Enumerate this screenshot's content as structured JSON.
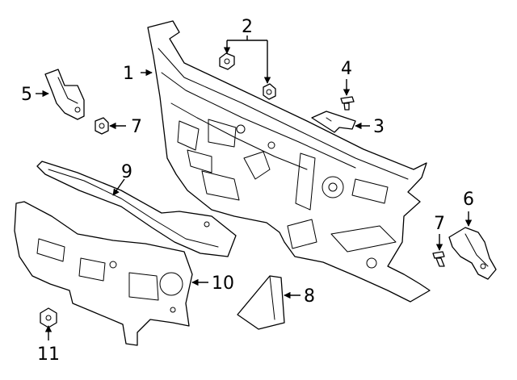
{
  "diagram": {
    "callouts": {
      "c1": "1",
      "c2": "2",
      "c3": "3",
      "c4": "4",
      "c5": "5",
      "c6": "6",
      "c7a": "7",
      "c7b": "7",
      "c8": "8",
      "c9": "9",
      "c10": "10",
      "c11": "11"
    }
  }
}
